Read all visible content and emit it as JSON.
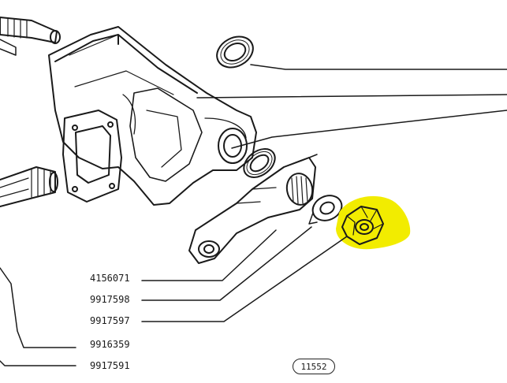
{
  "callouts": [
    {
      "part_number": "4156071"
    },
    {
      "part_number": "9917598"
    },
    {
      "part_number": "9917597"
    },
    {
      "part_number": "9916359"
    },
    {
      "part_number": "9917591"
    }
  ],
  "figure_number": "11552",
  "highlight_color": "#f2ec00",
  "line_color": "#1a1a1a"
}
